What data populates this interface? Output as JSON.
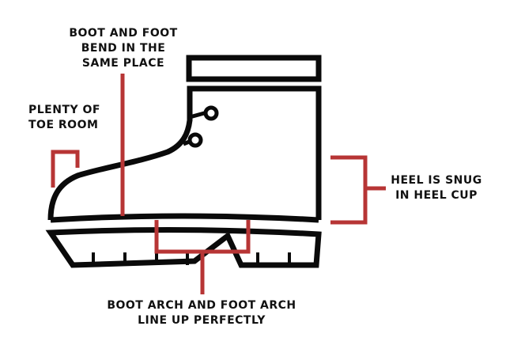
{
  "colors": {
    "outline": "#0a0a0a",
    "accent": "#b73535",
    "background": "#ffffff"
  },
  "labels": {
    "bend": [
      "BOOT AND FOOT",
      "BEND IN THE",
      "SAME PLACE"
    ],
    "toe": [
      "PLENTY OF",
      "TOE ROOM"
    ],
    "heel": [
      "HEEL IS SNUG",
      "IN HEEL CUP"
    ],
    "arch": [
      "BOOT ARCH AND FOOT ARCH",
      "LINE UP PERFECTLY"
    ]
  }
}
